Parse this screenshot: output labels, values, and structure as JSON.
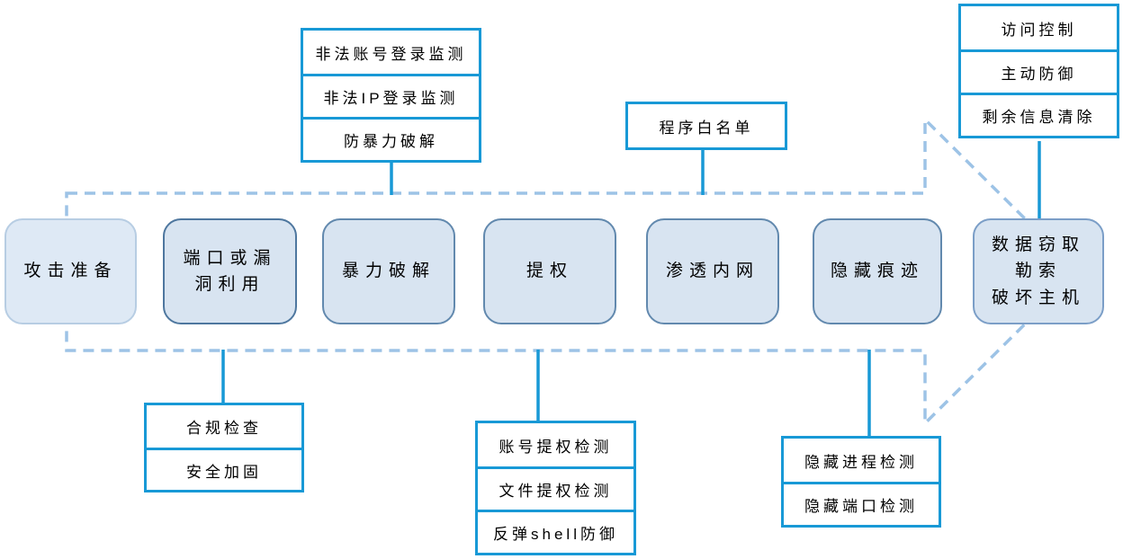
{
  "diagram": {
    "type": "flow-diagram",
    "theme": "attack chain stages with mapped defense capabilities",
    "colors": {
      "accent_blue": "#1899d6",
      "dashed_arrow_blue": "#9dc3e6",
      "stage_fill": "#d8e4f1",
      "stage_fill_light": "#dee9f5",
      "stage_border": "#6289ae",
      "text": "#000000"
    }
  },
  "attack_stages": [
    "攻击准备",
    "端口或漏\n洞利用",
    "暴力破解",
    "提权",
    "渗透内网",
    "隐藏痕迹",
    "数据窃取\n勒索\n破坏主机"
  ],
  "defenses": {
    "login": {
      "position": "top, linked to 暴力破解",
      "items": [
        "非法账号登录监测",
        "非法IP登录监测",
        "防暴力破解"
      ]
    },
    "whitelist": {
      "position": "top, linked to 渗透内网",
      "items": [
        "程序白名单"
      ]
    },
    "final": {
      "position": "top-right, linked to 数据窃取勒索破坏主机",
      "items": [
        "访问控制",
        "主动防御",
        "剩余信息清除"
      ]
    },
    "baseline": {
      "position": "bottom, linked to 端口或漏洞利用",
      "items": [
        "合规检查",
        "安全加固"
      ]
    },
    "privilege": {
      "position": "bottom, linked to 提权",
      "items": [
        "账号提权检测",
        "文件提权检测",
        "反弹shell防御"
      ]
    },
    "hidden": {
      "position": "bottom, linked to 隐藏痕迹",
      "items": [
        "隐藏进程检测",
        "隐藏端口检测"
      ]
    }
  }
}
